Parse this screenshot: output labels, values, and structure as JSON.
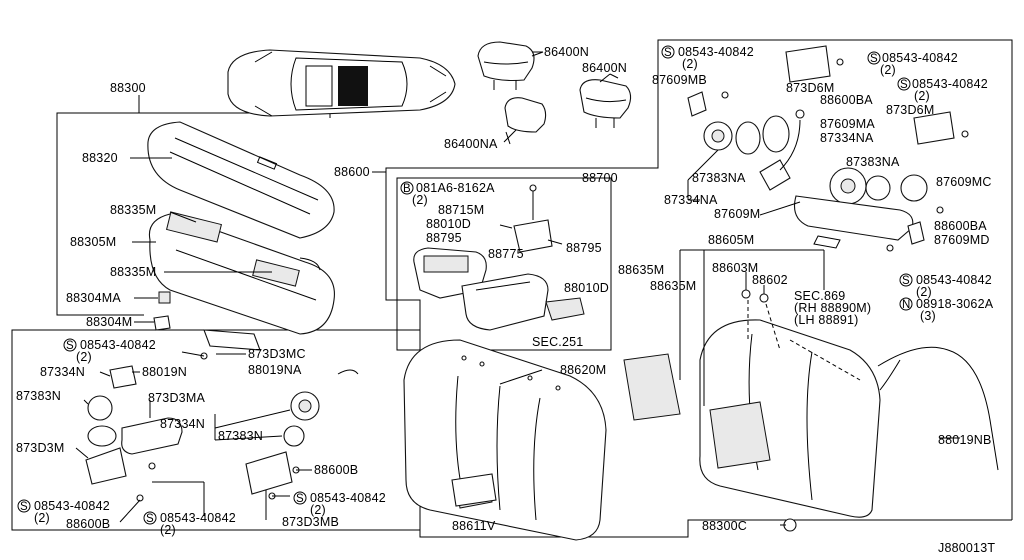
{
  "diagram_id": "J880013T",
  "callouts": [
    {
      "id": "c-86400N-1",
      "text": "86400N"
    },
    {
      "id": "c-86400N-2",
      "text": "86400N"
    },
    {
      "id": "c-86400NA",
      "text": "86400NA"
    },
    {
      "id": "c-88300",
      "text": "88300"
    },
    {
      "id": "c-88320",
      "text": "88320"
    },
    {
      "id": "c-88335M-1",
      "text": "88335M"
    },
    {
      "id": "c-88305M",
      "text": "88305M"
    },
    {
      "id": "c-88335M-2",
      "text": "88335M"
    },
    {
      "id": "c-88304MA",
      "text": "88304MA"
    },
    {
      "id": "c-88304M",
      "text": "88304M"
    },
    {
      "id": "c-88600",
      "text": "88600"
    },
    {
      "id": "c-88700",
      "text": "88700"
    },
    {
      "id": "c-081A6",
      "text": "081A6-8162A"
    },
    {
      "id": "c-081A6-qty",
      "text": "(2)"
    },
    {
      "id": "c-88715M",
      "text": "88715M"
    },
    {
      "id": "c-88010D-1",
      "text": "88010D"
    },
    {
      "id": "c-88795-1",
      "text": "88795"
    },
    {
      "id": "c-88795-2",
      "text": "88795"
    },
    {
      "id": "c-88775",
      "text": "88775"
    },
    {
      "id": "c-88010D-2",
      "text": "88010D"
    },
    {
      "id": "c-sec251",
      "text": "SEC.251"
    },
    {
      "id": "c-08543-top1",
      "text": "08543-40842"
    },
    {
      "id": "c-08543-top1-qty",
      "text": "(2)"
    },
    {
      "id": "c-87609MB",
      "text": "87609MB"
    },
    {
      "id": "c-873D6M-1",
      "text": "873D6M"
    },
    {
      "id": "c-08543-top2",
      "text": "08543-40842"
    },
    {
      "id": "c-08543-top2-qty",
      "text": "(2)"
    },
    {
      "id": "c-08543-top3",
      "text": "08543-40842"
    },
    {
      "id": "c-08543-top3-qty",
      "text": "(2)"
    },
    {
      "id": "c-88600BA-1",
      "text": "88600BA"
    },
    {
      "id": "c-873D6M-2",
      "text": "873D6M"
    },
    {
      "id": "c-87609MA",
      "text": "87609MA"
    },
    {
      "id": "c-87334NA-1",
      "text": "87334NA"
    },
    {
      "id": "c-87383NA-1",
      "text": "87383NA"
    },
    {
      "id": "c-87383NA-2",
      "text": "87383NA"
    },
    {
      "id": "c-87609MC",
      "text": "87609MC"
    },
    {
      "id": "c-87334NA-2",
      "text": "87334NA"
    },
    {
      "id": "c-87609M",
      "text": "87609M"
    },
    {
      "id": "c-88600BA-2",
      "text": "88600BA"
    },
    {
      "id": "c-87609MD",
      "text": "87609MD"
    },
    {
      "id": "c-88605M",
      "text": "88605M"
    },
    {
      "id": "c-88635M-1",
      "text": "88635M"
    },
    {
      "id": "c-88603M",
      "text": "88603M"
    },
    {
      "id": "c-88602",
      "text": "88602"
    },
    {
      "id": "c-88635M-2",
      "text": "88635M"
    },
    {
      "id": "c-08543-r",
      "text": "08543-40842"
    },
    {
      "id": "c-08543-r-qty",
      "text": "(2)"
    },
    {
      "id": "c-sec869",
      "text": "SEC.869"
    },
    {
      "id": "c-sec869-rh",
      "text": "(RH 88890M)"
    },
    {
      "id": "c-sec869-lh",
      "text": "(LH 88891)"
    },
    {
      "id": "c-08918",
      "text": "08918-3062A"
    },
    {
      "id": "c-08918-qty",
      "text": "(3)"
    },
    {
      "id": "c-88620M",
      "text": "88620M"
    },
    {
      "id": "c-88019NB",
      "text": "88019NB"
    },
    {
      "id": "c-88611V",
      "text": "88611V"
    },
    {
      "id": "c-88300C",
      "text": "88300C"
    },
    {
      "id": "c-08543-l1",
      "text": "08543-40842"
    },
    {
      "id": "c-08543-l1-qty",
      "text": "(2)"
    },
    {
      "id": "c-873D3MC",
      "text": "873D3MC"
    },
    {
      "id": "c-87334N-1",
      "text": "87334N"
    },
    {
      "id": "c-88019N",
      "text": "88019N"
    },
    {
      "id": "c-88019NA",
      "text": "88019NA"
    },
    {
      "id": "c-87383N-1",
      "text": "87383N"
    },
    {
      "id": "c-873D3MA",
      "text": "873D3MA"
    },
    {
      "id": "c-87334N-2",
      "text": "87334N"
    },
    {
      "id": "c-87383N-2",
      "text": "87383N"
    },
    {
      "id": "c-873D3M",
      "text": "873D3M"
    },
    {
      "id": "c-88600B-1",
      "text": "88600B"
    },
    {
      "id": "c-08543-l2",
      "text": "08543-40842"
    },
    {
      "id": "c-08543-l2-qty",
      "text": "(2)"
    },
    {
      "id": "c-08543-l3",
      "text": "08543-40842"
    },
    {
      "id": "c-08543-l4",
      "text": "08543-40842"
    },
    {
      "id": "c-08543-l3-qty",
      "text": "(2)"
    },
    {
      "id": "c-08543-l4-qty",
      "text": "(2)"
    },
    {
      "id": "c-88600B-2",
      "text": "88600B"
    },
    {
      "id": "c-873D3MB",
      "text": "873D3MB"
    }
  ],
  "symbols": {
    "screw": "S",
    "bolt": "B",
    "nut": "N"
  }
}
